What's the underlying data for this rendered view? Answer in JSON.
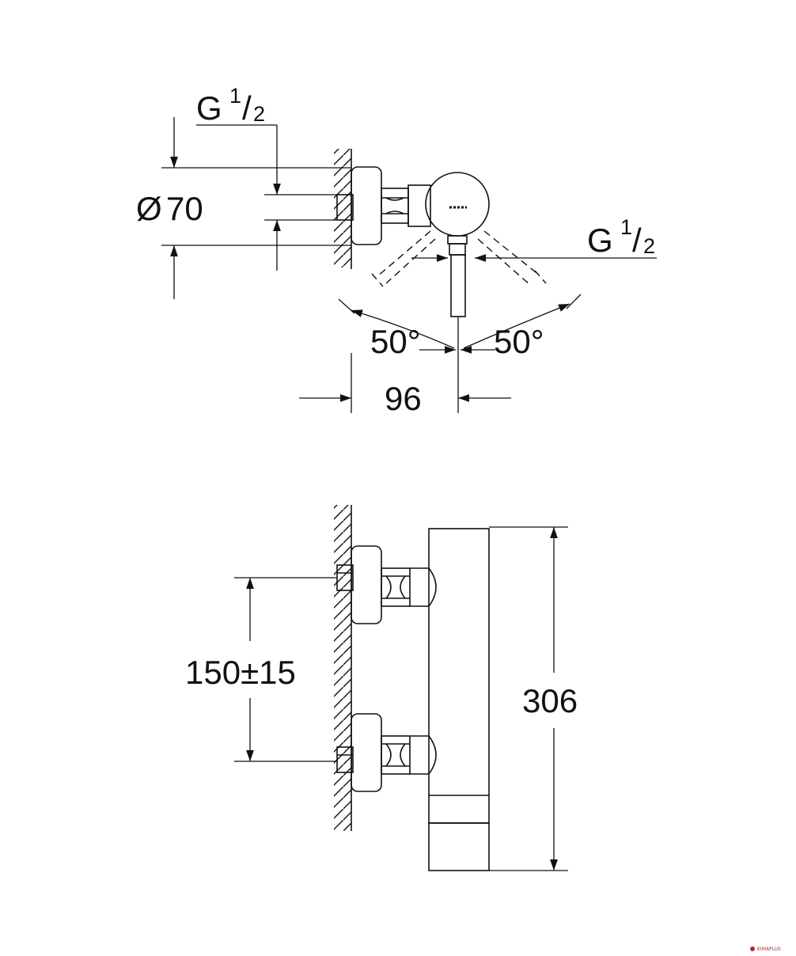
{
  "drawing": {
    "background": "#ffffff",
    "line_color": "#111111",
    "top_view": {
      "diameter_symbol": "Ø",
      "diameter": "70",
      "inlet_thread_letter": "G",
      "inlet_thread_num": "1",
      "inlet_thread_den": "2",
      "outlet_thread_letter": "G",
      "outlet_thread_num": "1",
      "outlet_thread_den": "2",
      "angle_left": "50°",
      "angle_right": "50°",
      "projection": "96"
    },
    "side_view": {
      "connection_distance": "150±15",
      "total_height": "306"
    },
    "watermark": {
      "text": "KIMAPLUS",
      "color": "#b03030"
    }
  }
}
